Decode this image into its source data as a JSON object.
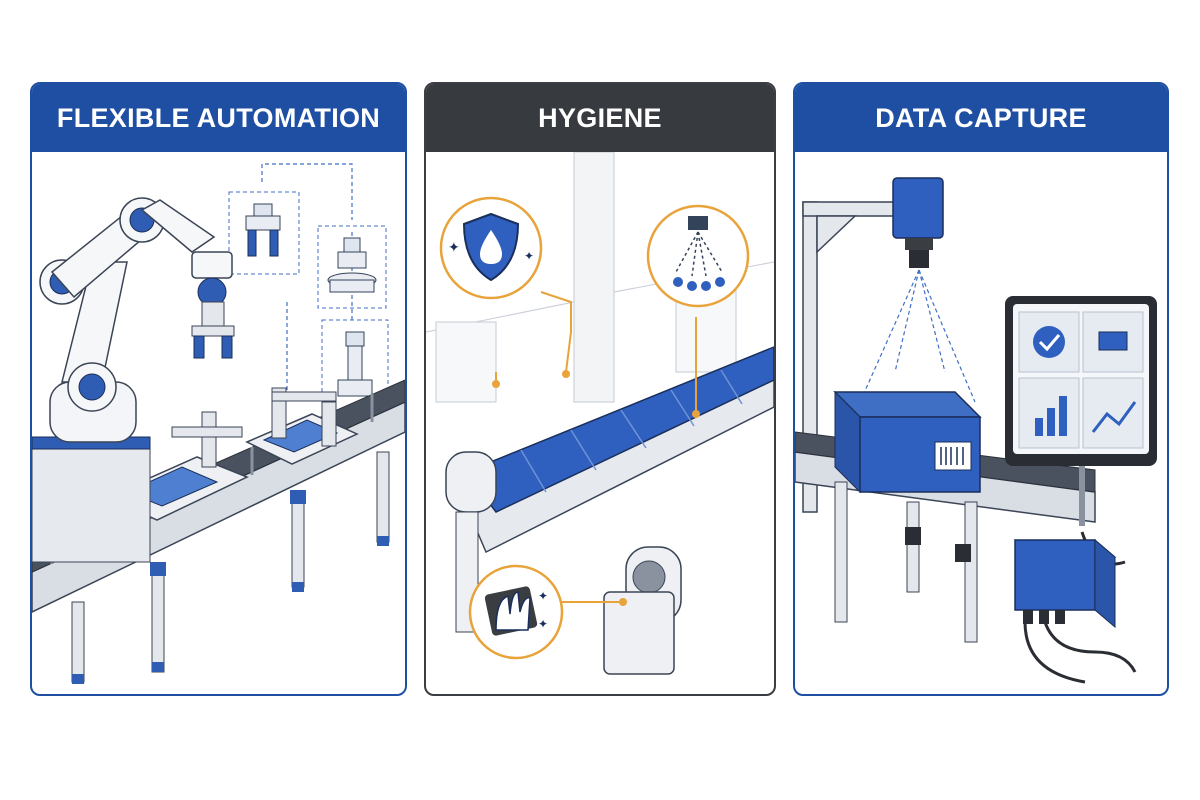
{
  "panels": [
    {
      "title": "FLEXIBLE AUTOMATION"
    },
    {
      "title": "HYGIENE"
    },
    {
      "title": "DATA CAPTURE"
    }
  ],
  "colors": {
    "brand_blue": "#1f4fa3",
    "header_dark": "#373a3f",
    "accent_orange": "#e8a33a",
    "frame_gray": "#cfd3da"
  }
}
